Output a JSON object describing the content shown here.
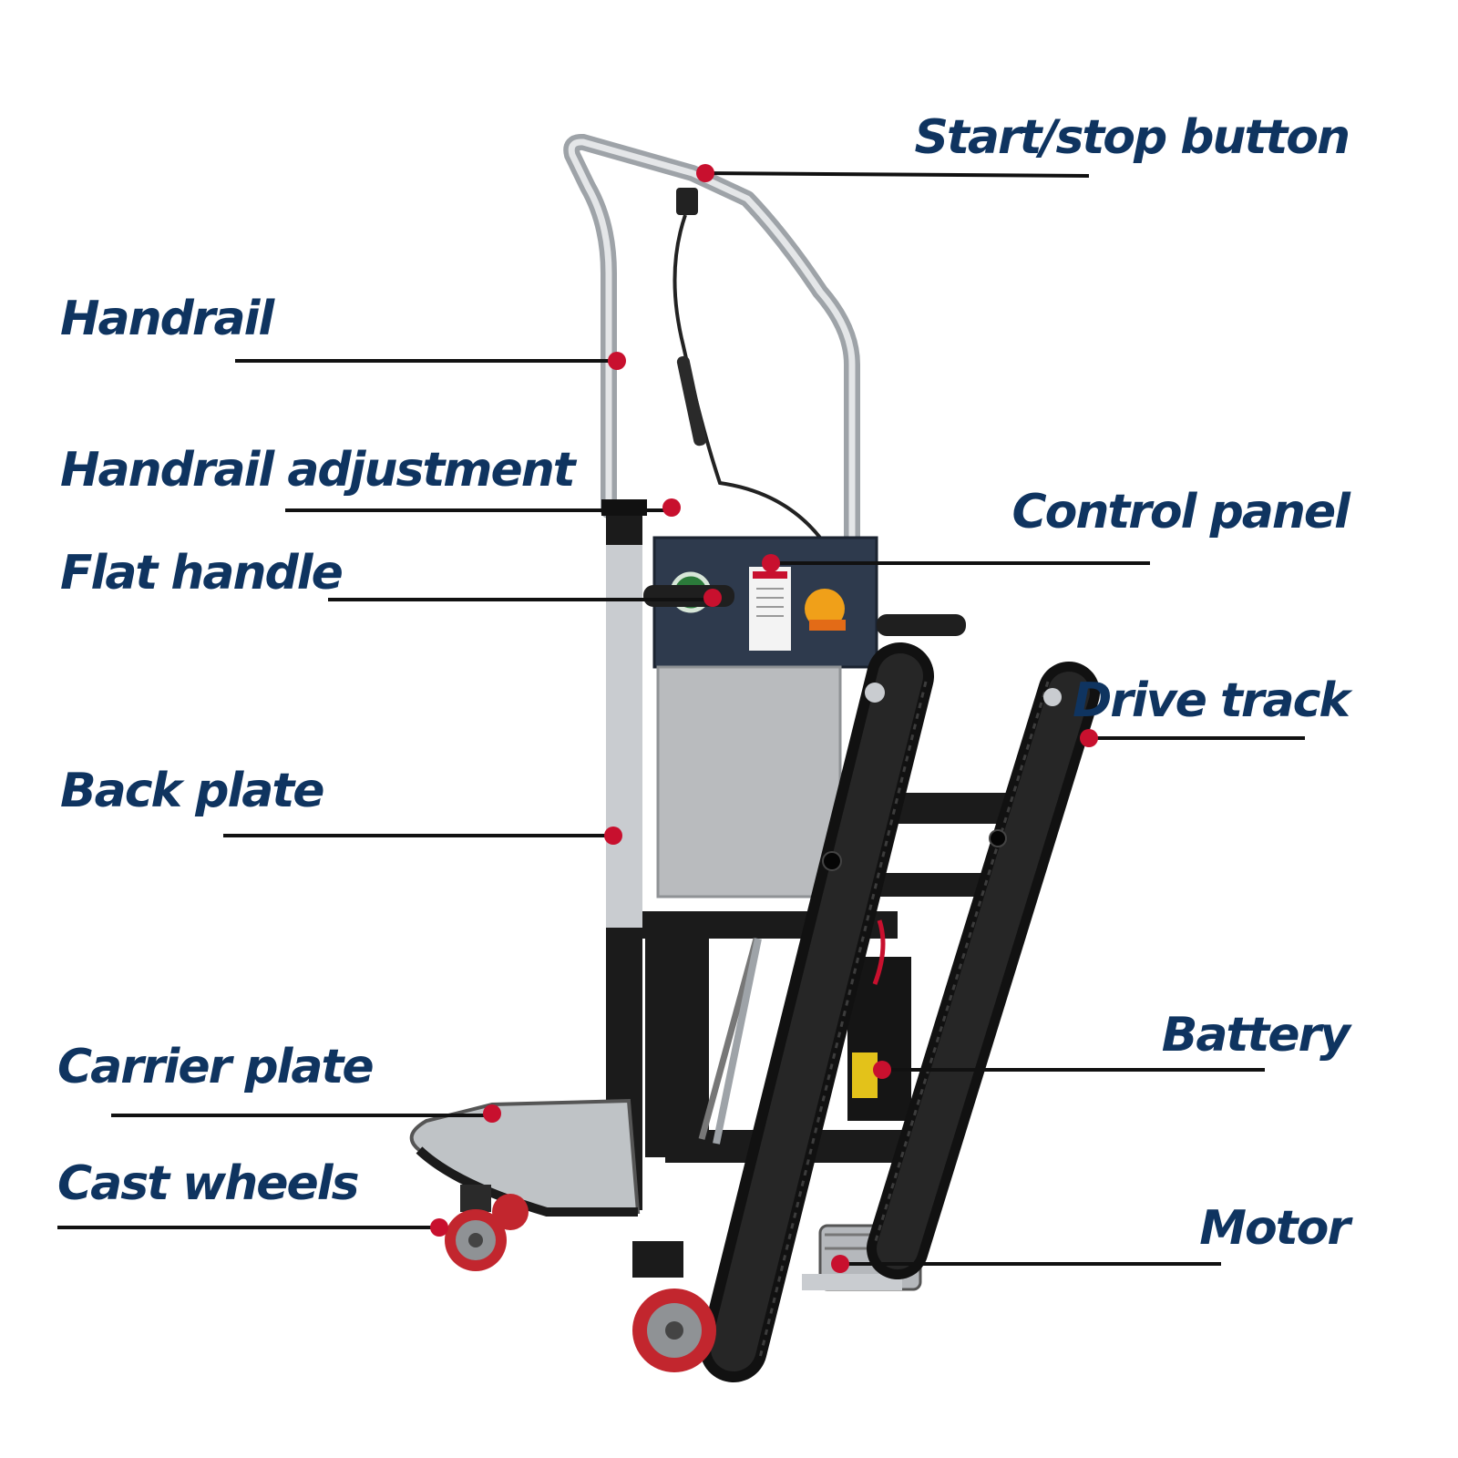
{
  "colors": {
    "label_text": "#0f3460",
    "leader_line": "#111111",
    "marker_dot": "#c8102e",
    "frame": "#1b1b1b",
    "panel": "#2e3a4d",
    "back_plate": "#b9bbbe",
    "steel": "#c9ccd0",
    "wheel_red": "#c2262e"
  },
  "subject": {
    "icon": "stair-climbing-hand-truck"
  },
  "labels": {
    "start_stop": "Start/stop button",
    "handrail": "Handrail",
    "handrail_adjustment": "Handrail adjustment",
    "flat_handle": "Flat handle",
    "control_panel": "Control panel",
    "back_plate": "Back plate",
    "drive_track": "Drive track",
    "battery": "Battery",
    "carrier_plate": "Carrier plate",
    "cast_wheels": "Cast wheels",
    "motor": "Motor"
  }
}
